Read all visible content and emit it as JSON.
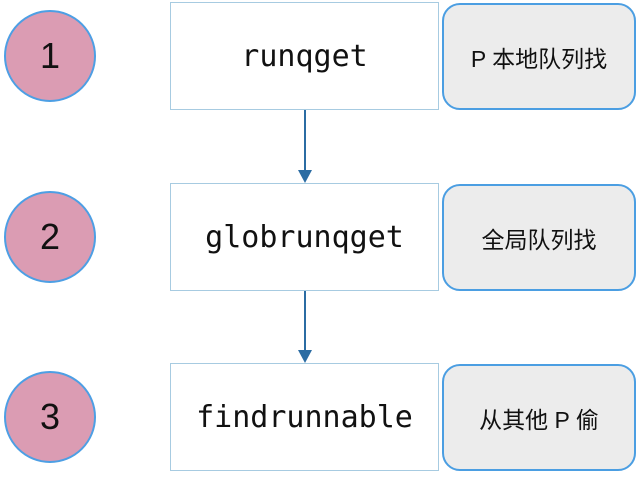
{
  "steps": [
    {
      "number": "1",
      "function": "runqget",
      "description": "P 本地队列找"
    },
    {
      "number": "2",
      "function": "globrunqget",
      "description": "全局队列找"
    },
    {
      "number": "3",
      "function": "findrunnable",
      "description": "从其他 P 偷"
    }
  ],
  "colors": {
    "circle_fill": "#db9cb3",
    "circle_border": "#4d9fe4",
    "function_box_fill": "#ffffff",
    "function_box_border": "#a7cbe1",
    "note_box_fill": "#ececec",
    "note_box_border": "#4b9ee2",
    "arrow": "#2b6ca3",
    "text": "#111111"
  }
}
